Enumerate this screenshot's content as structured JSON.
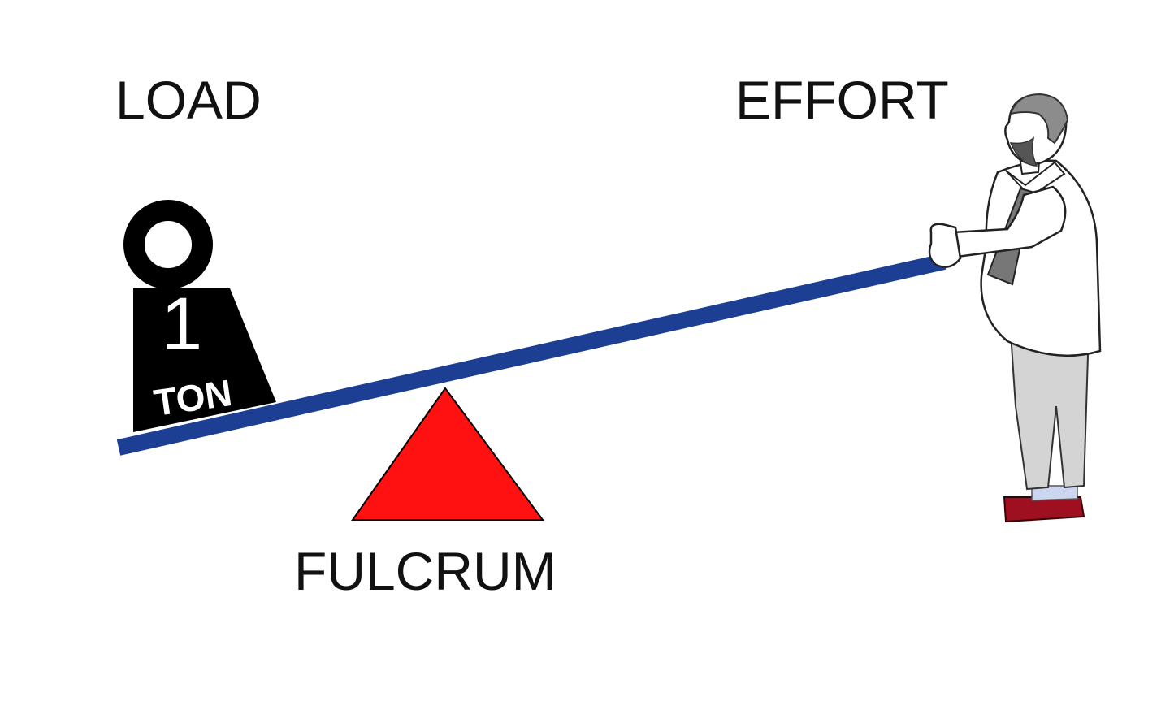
{
  "labels": {
    "load": "LOAD",
    "effort": "EFFORT",
    "fulcrum": "FULCRUM"
  },
  "weight": {
    "number": "1",
    "unit": "TON"
  },
  "colors": {
    "beam": "#1c3f94",
    "fulcrum": "#ff1111",
    "weight": "#000000",
    "shirt": "#ffffff",
    "tie": "#777777",
    "trousers": "#d4d4d4",
    "shoes": "#9e1020",
    "hair": "#8c8c8c"
  },
  "icons": {
    "weight": "one-ton-weight-icon",
    "person": "man-pushing-lever-icon"
  }
}
